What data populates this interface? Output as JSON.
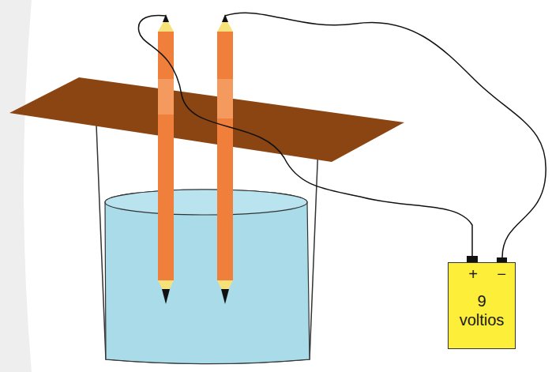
{
  "diagram": {
    "nodes": [
      {
        "text": [
          "+",
          "−",
          "9 voltios"
        ]
      }
    ]
  }
}
